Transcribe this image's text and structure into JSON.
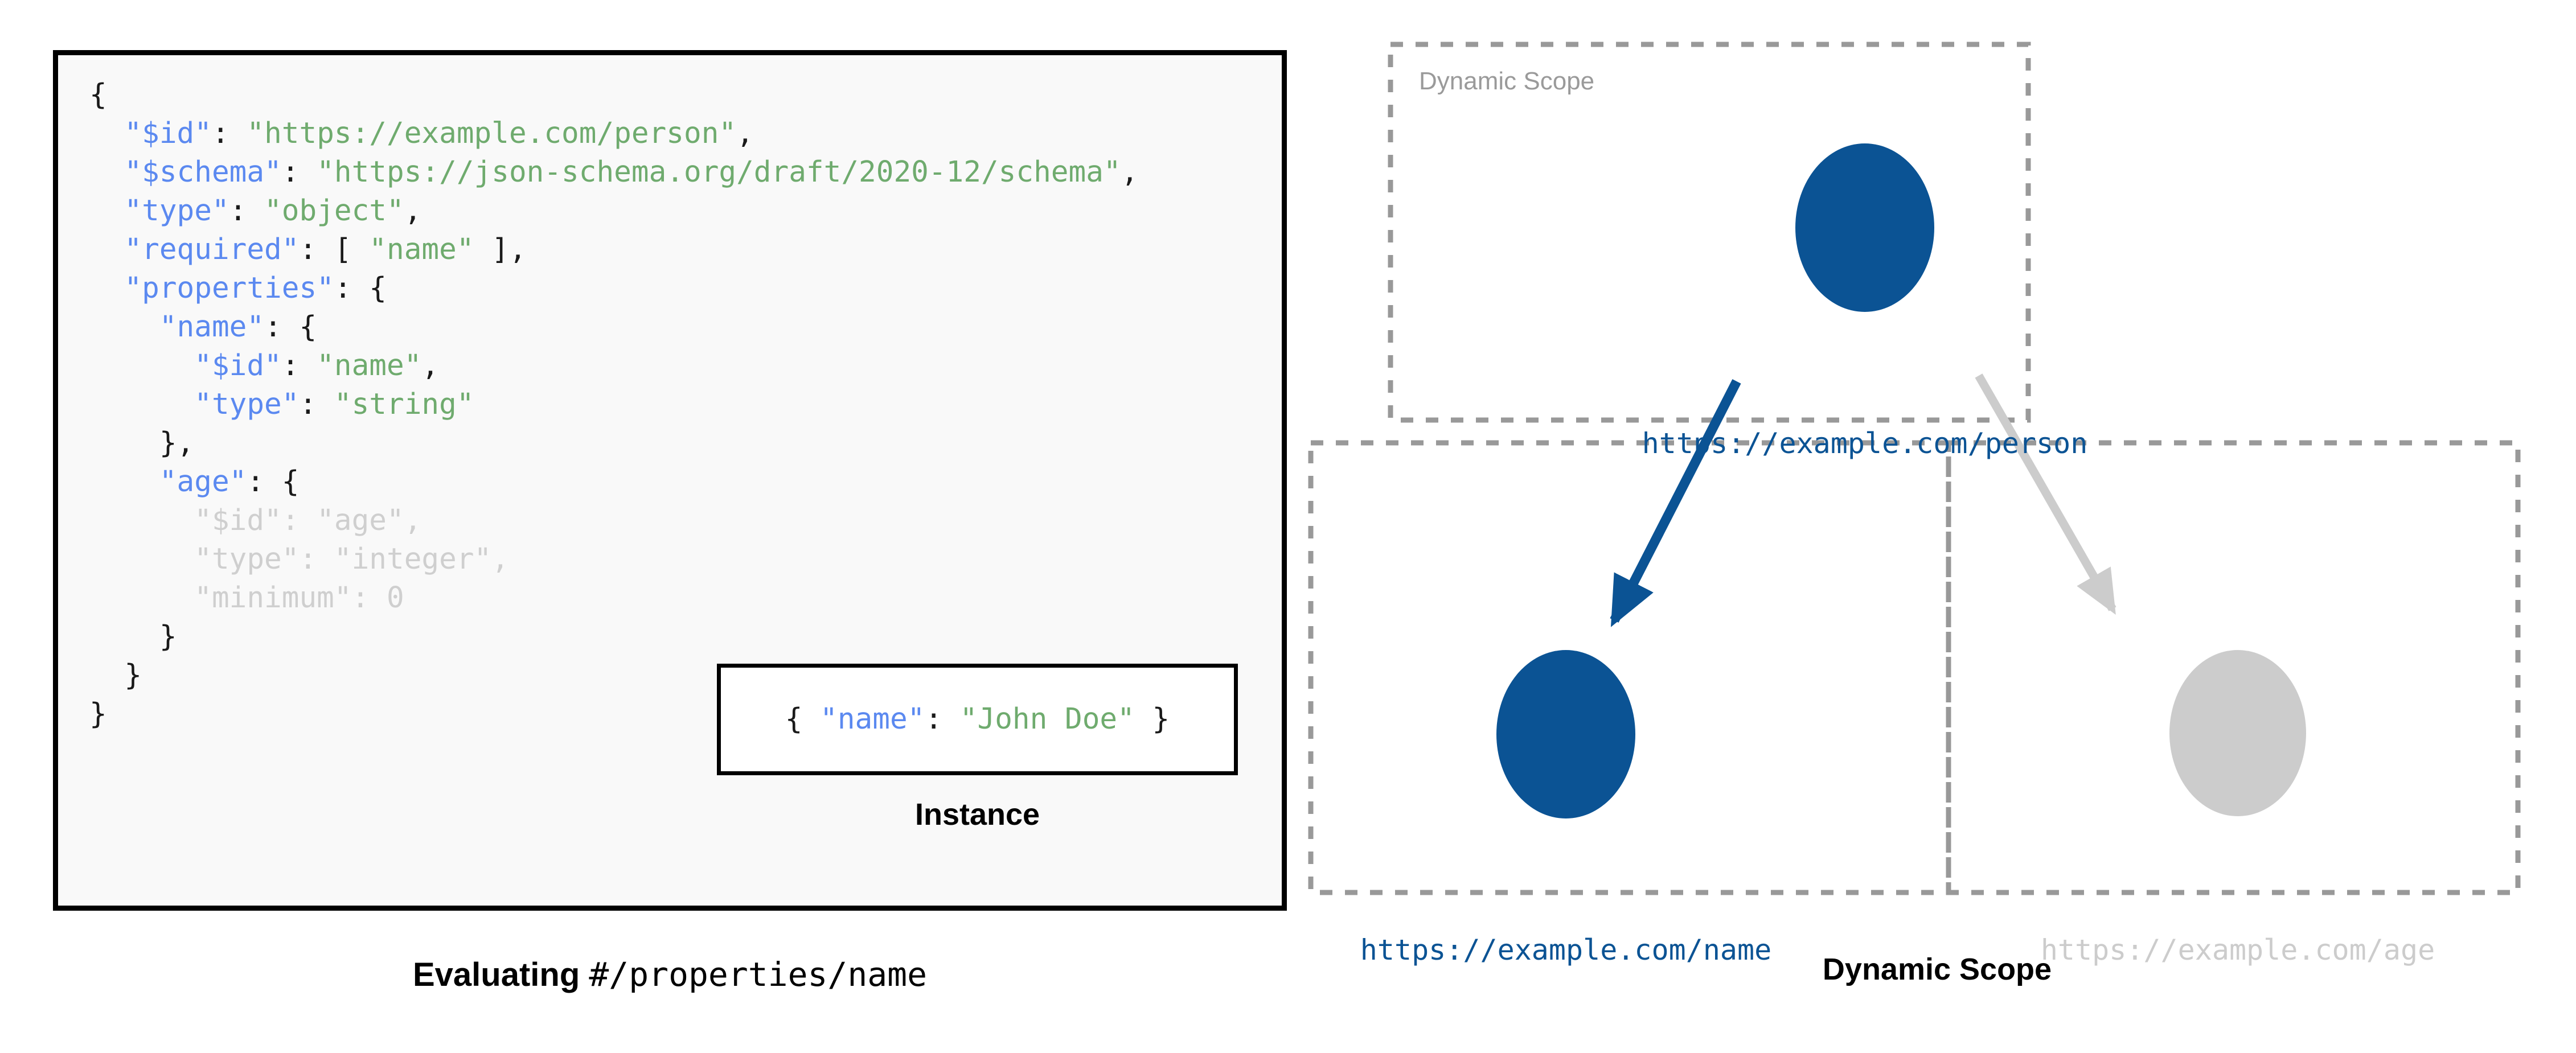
{
  "schema_panel": {
    "lines": [
      [
        {
          "t": "{",
          "c": "p"
        }
      ],
      [
        {
          "t": "  ",
          "c": "p"
        },
        {
          "t": "\"$id\"",
          "c": "k"
        },
        {
          "t": ": ",
          "c": "p"
        },
        {
          "t": "\"https://example.com/person\"",
          "c": "s"
        },
        {
          "t": ",",
          "c": "p"
        }
      ],
      [
        {
          "t": "  ",
          "c": "p"
        },
        {
          "t": "\"$schema\"",
          "c": "k"
        },
        {
          "t": ": ",
          "c": "p"
        },
        {
          "t": "\"https://json-schema.org/draft/2020-12/schema\"",
          "c": "s"
        },
        {
          "t": ",",
          "c": "p"
        }
      ],
      [
        {
          "t": "  ",
          "c": "p"
        },
        {
          "t": "\"type\"",
          "c": "k"
        },
        {
          "t": ": ",
          "c": "p"
        },
        {
          "t": "\"object\"",
          "c": "s"
        },
        {
          "t": ",",
          "c": "p"
        }
      ],
      [
        {
          "t": "  ",
          "c": "p"
        },
        {
          "t": "\"required\"",
          "c": "k"
        },
        {
          "t": ": [ ",
          "c": "p"
        },
        {
          "t": "\"name\"",
          "c": "s"
        },
        {
          "t": " ],",
          "c": "p"
        }
      ],
      [
        {
          "t": "  ",
          "c": "p"
        },
        {
          "t": "\"properties\"",
          "c": "k"
        },
        {
          "t": ": {",
          "c": "p"
        }
      ],
      [
        {
          "t": "    ",
          "c": "p"
        },
        {
          "t": "\"name\"",
          "c": "k"
        },
        {
          "t": ": {",
          "c": "p"
        }
      ],
      [
        {
          "t": "      ",
          "c": "p"
        },
        {
          "t": "\"$id\"",
          "c": "k"
        },
        {
          "t": ": ",
          "c": "p"
        },
        {
          "t": "\"name\"",
          "c": "s"
        },
        {
          "t": ",",
          "c": "p"
        }
      ],
      [
        {
          "t": "      ",
          "c": "p"
        },
        {
          "t": "\"type\"",
          "c": "k"
        },
        {
          "t": ": ",
          "c": "p"
        },
        {
          "t": "\"string\"",
          "c": "s"
        }
      ],
      [
        {
          "t": "    },",
          "c": "p"
        }
      ],
      [
        {
          "t": "    ",
          "c": "p"
        },
        {
          "t": "\"age\"",
          "c": "k"
        },
        {
          "t": ": {",
          "c": "p"
        }
      ],
      [
        {
          "t": "      ",
          "c": "dim-p"
        },
        {
          "t": "\"$id\"",
          "c": "dim-k"
        },
        {
          "t": ": ",
          "c": "dim-p"
        },
        {
          "t": "\"age\"",
          "c": "dim-s"
        },
        {
          "t": ",",
          "c": "dim-p"
        }
      ],
      [
        {
          "t": "      ",
          "c": "dim-p"
        },
        {
          "t": "\"type\"",
          "c": "dim-k"
        },
        {
          "t": ": ",
          "c": "dim-p"
        },
        {
          "t": "\"integer\"",
          "c": "dim-s"
        },
        {
          "t": ",",
          "c": "dim-p"
        }
      ],
      [
        {
          "t": "      ",
          "c": "dim-p"
        },
        {
          "t": "\"minimum\"",
          "c": "dim-k"
        },
        {
          "t": ": ",
          "c": "dim-p"
        },
        {
          "t": "0",
          "c": "dim-n"
        }
      ],
      [
        {
          "t": "    }",
          "c": "p"
        }
      ],
      [
        {
          "t": "  }",
          "c": "p"
        }
      ],
      [
        {
          "t": "}",
          "c": "p"
        }
      ]
    ]
  },
  "instance": {
    "code": [
      {
        "t": "{ ",
        "c": "p"
      },
      {
        "t": "\"name\"",
        "c": "k"
      },
      {
        "t": ": ",
        "c": "p"
      },
      {
        "t": "\"John Doe\"",
        "c": "s"
      },
      {
        "t": " }",
        "c": "p"
      }
    ],
    "caption": "Instance"
  },
  "left_caption": {
    "bold_text": "Evaluating ",
    "mono_text": "#/properties/name"
  },
  "diagram": {
    "caption": "Dynamic Scope",
    "scope_label": "Dynamic Scope",
    "nodes": [
      {
        "id": "person",
        "label": "https://example.com/person",
        "state": "active",
        "color": "#0b5394"
      },
      {
        "id": "name",
        "label": "https://example.com/name",
        "state": "active",
        "color": "#0b5394"
      },
      {
        "id": "age",
        "label": "https://example.com/age",
        "state": "inactive",
        "color": "#cccccc"
      }
    ],
    "edges": [
      {
        "from": "person",
        "to": "name",
        "state": "active",
        "color": "#0b5394"
      },
      {
        "from": "person",
        "to": "age",
        "state": "inactive",
        "color": "#cccccc"
      }
    ],
    "scope_boxes": [
      {
        "id": "scope-person",
        "label": "Dynamic Scope",
        "state": "active"
      },
      {
        "id": "scope-name",
        "label": "",
        "state": "active"
      },
      {
        "id": "scope-age",
        "label": "",
        "state": "inactive"
      }
    ]
  },
  "colors": {
    "accent_blue": "#0b5394",
    "inactive_grey": "#cccccc",
    "dashed_border": "#999999",
    "json_key": "#5b89f0",
    "json_string": "#6fab6e",
    "panel_bg": "#f9f9f9"
  }
}
